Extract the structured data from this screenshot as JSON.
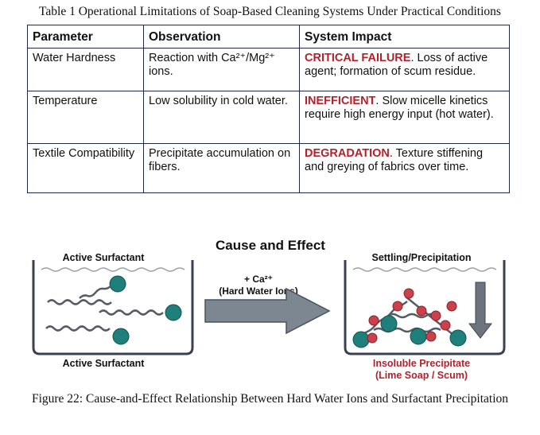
{
  "table": {
    "caption": "Table 1 Operational Limitations of Soap-Based Cleaning Systems Under Practical Conditions",
    "headers": [
      "Parameter",
      "Observation",
      "System Impact"
    ],
    "rows": [
      {
        "parameter": "Water Hardness",
        "observation": "Reaction with Ca²⁺/Mg²⁺ ions.",
        "impact_key": "CRITICAL FAILURE",
        "impact_rest": ". Loss of active agent; formation of scum residue."
      },
      {
        "parameter": "Temperature",
        "observation": "Low solubility in cold water.",
        "impact_key": "INEFFICIENT",
        "impact_rest": ". Slow micelle kinetics require high energy input (hot water)."
      },
      {
        "parameter": "Textile Compatibility",
        "observation": "Precipitate accumulation on fibers.",
        "impact_key": "DEGRADATION",
        "impact_rest": ". Texture stiffening and greying of fabrics over time."
      }
    ]
  },
  "figure": {
    "title": "Cause and Effect",
    "left_top_label": "Active Surfactant",
    "left_bottom_label": "Active Surfactant",
    "arrow_label_line1": "+ Ca²⁺",
    "arrow_label_line2": "(Hard Water Ions)",
    "right_top_label": "Settling/Precipitation",
    "right_bottom_label_line1": "Insoluble Precipitate",
    "right_bottom_label_line2": "(Lime Soap / Scum)",
    "colors": {
      "surfactant_head": "#1f7f7a",
      "calcium_ion": "#c8414b",
      "arrow": "#7d8792",
      "beaker": "#3a4150",
      "water_line": "#9aa3ad",
      "accent_red": "#b5212b"
    }
  },
  "figure_caption": "Figure 22: Cause-and-Effect Relationship Between Hard Water Ions and Surfactant Precipitation"
}
